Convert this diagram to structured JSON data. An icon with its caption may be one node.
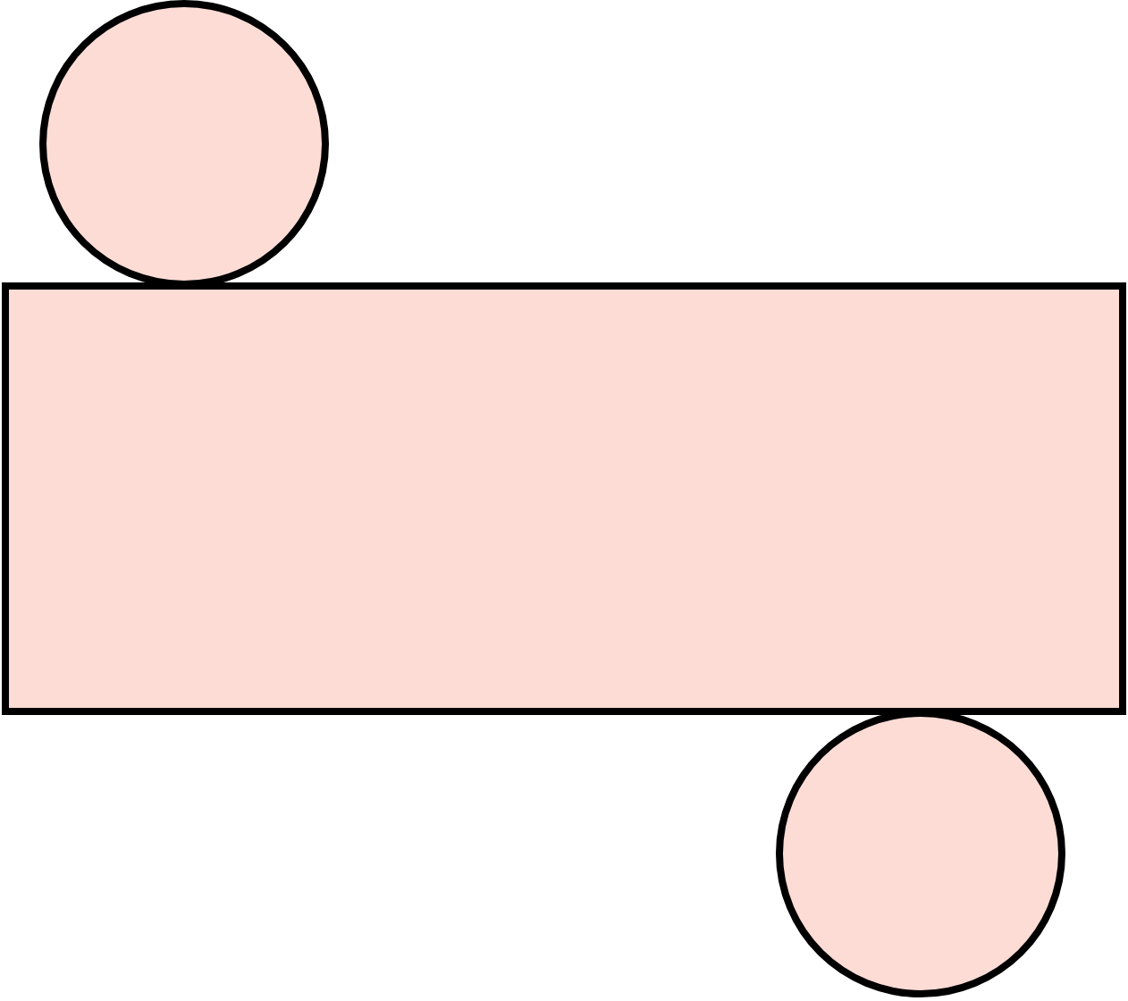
{
  "diagram": {
    "nodes": [
      {
        "text": [],
        "shape": "circle"
      },
      {
        "text": [],
        "shape": "box"
      },
      {
        "text": [],
        "shape": "circle"
      }
    ]
  }
}
